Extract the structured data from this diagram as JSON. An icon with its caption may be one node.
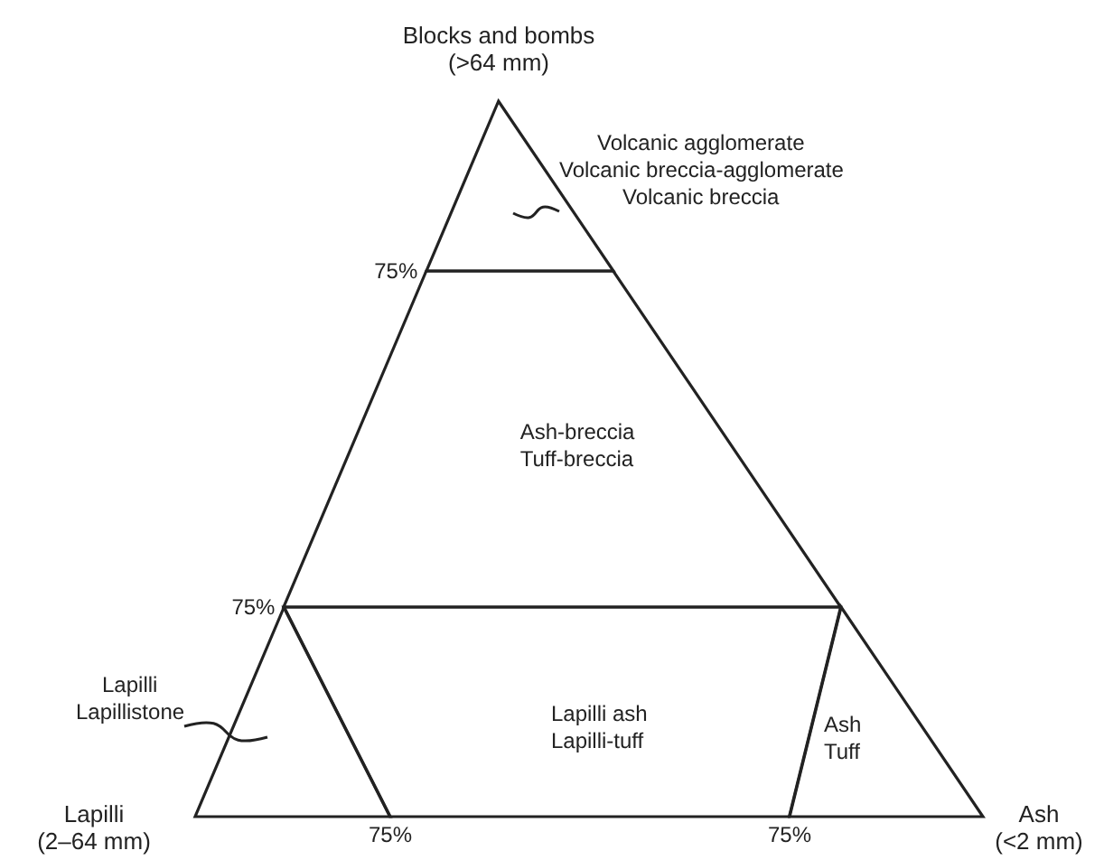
{
  "diagram": {
    "nodes": [
      {
        "text": [
          "Volcanic agglomerate",
          "Volcanic breccia-agglomerate",
          "Volcanic breccia"
        ]
      },
      {
        "text": [],
        "shape": "triangle"
      },
      {
        "text": [
          "Ash-breccia",
          "Tuff-breccia"
        ]
      },
      {
        "text": [
          "Lapilli ash",
          "Lapilli-tuff"
        ]
      },
      {
        "text": [
          "Lapilli",
          "Lapillistone"
        ]
      },
      {
        "text": [],
        "shape": "triangle"
      },
      {
        "text": [
          "Ash",
          "Tuff"
        ]
      }
    ],
    "edges": [
      {
        "from": 0,
        "to": 1,
        "arrow": "none"
      },
      {
        "from": 4,
        "to": 5,
        "arrow": "none"
      }
    ],
    "labels": [
      "Blocks and bombs (>64 mm)",
      "75%",
      "75%",
      "Lapilli (2–64 mm)",
      "75%",
      "75%",
      "Ash (<2 mm)"
    ]
  }
}
